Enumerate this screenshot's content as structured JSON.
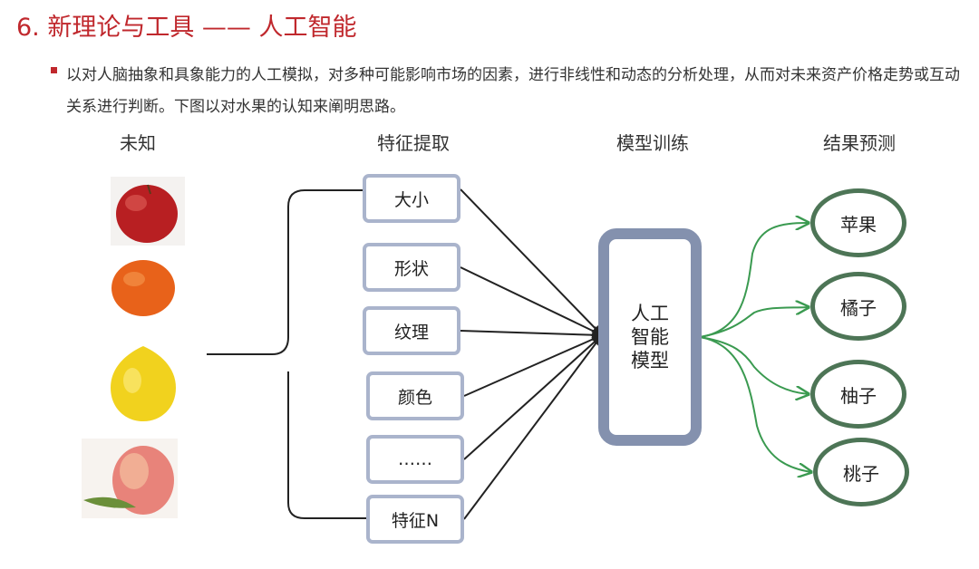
{
  "title": "6. 新理论与工具  —— 人工智能",
  "description": "以对人脑抽象和具象能力的人工模拟，对多种可能影响市场的因素，进行非线性和动态的分析处理，从而对未来资产价格走势或互动关系进行判断。下图以对水果的认知来阐明思路。",
  "columns": [
    "未知",
    "特征提取",
    "模型训练",
    "结果预测"
  ],
  "features": [
    "大小",
    "形状",
    "纹理",
    "颜色",
    "……",
    "特征N"
  ],
  "model_label": "人工智能模型",
  "results": [
    "苹果",
    "橘子",
    "柚子",
    "桃子"
  ],
  "colors": {
    "title": "#c0282d",
    "feature_border": "#aab4cc",
    "model_border": "#8491ae",
    "result_border": "#4d7556",
    "arrow": "#3a9a50"
  }
}
